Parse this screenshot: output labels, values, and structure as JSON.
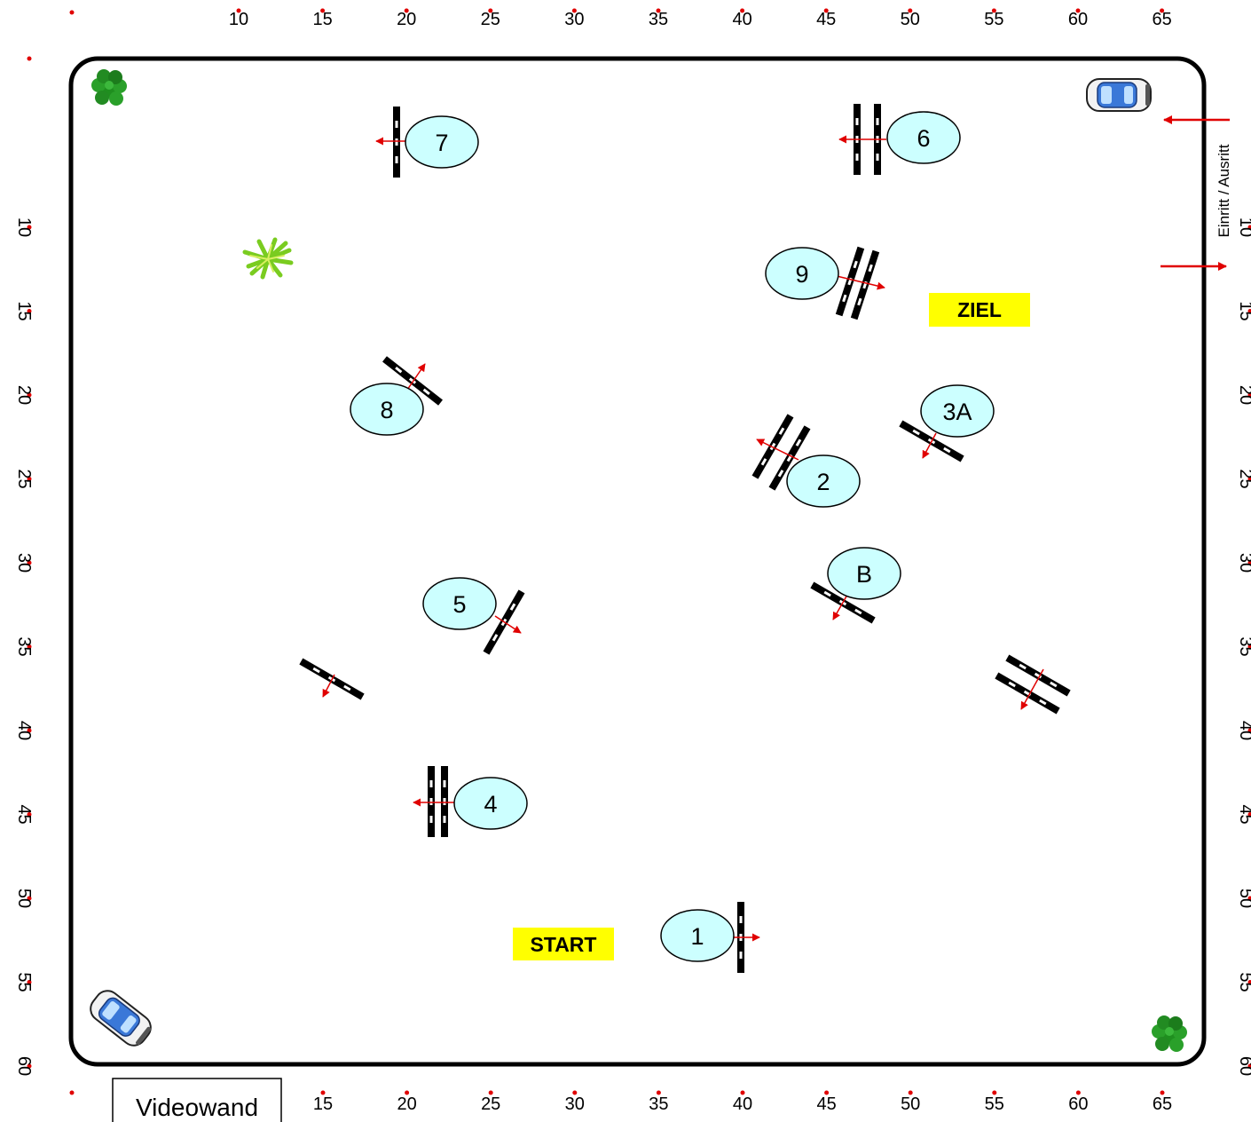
{
  "ruler": {
    "top_labels": [
      "10",
      "15",
      "20",
      "25",
      "30",
      "35",
      "40",
      "45",
      "50",
      "55",
      "60",
      "65"
    ],
    "bottom_labels": [
      "15",
      "20",
      "25",
      "30",
      "35",
      "40",
      "45",
      "50",
      "55",
      "60",
      "65"
    ],
    "left_labels": [
      "10",
      "15",
      "20",
      "25",
      "30",
      "35",
      "40",
      "45",
      "50",
      "55",
      "60"
    ],
    "right_labels": [
      "10",
      "15",
      "20",
      "25",
      "30",
      "35",
      "40",
      "45",
      "50",
      "55",
      "60"
    ]
  },
  "labels": {
    "start": "START",
    "ziel": "ZIEL",
    "entrance": "Einritt / Ausritt",
    "videowall": "Videowand"
  },
  "obstacles": {
    "o1": "1",
    "o2": "2",
    "o3a": "3A",
    "o4": "4",
    "o5": "5",
    "o6": "6",
    "o7": "7",
    "o8": "8",
    "o9": "9",
    "ob": "B"
  },
  "colors": {
    "ellipse_fill": "#ccffff",
    "label_fill": "#ffff00",
    "arrow": "#e00000",
    "tick_dot": "#e00000",
    "rail": "#000000"
  }
}
